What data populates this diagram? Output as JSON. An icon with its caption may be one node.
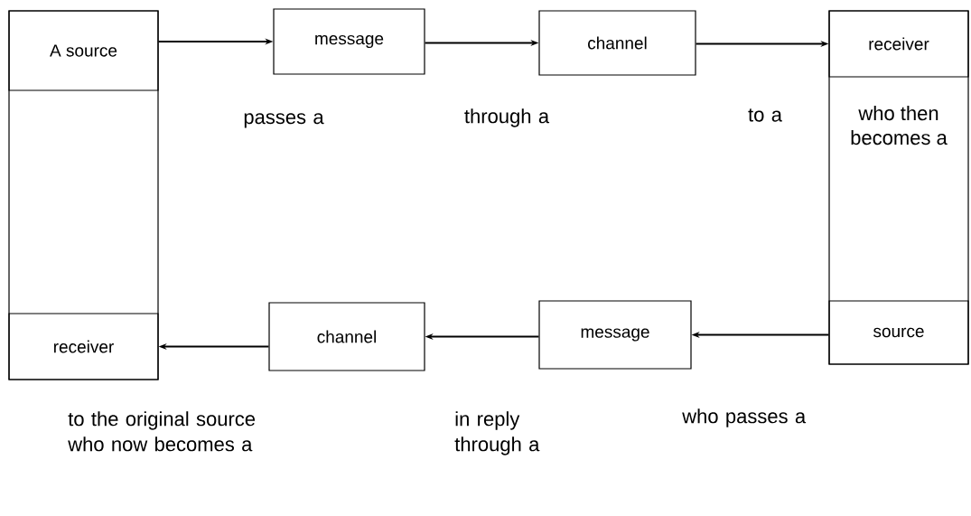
{
  "diagram": {
    "nodes": [
      {
        "text": [],
        "shape": "box"
      },
      {
        "text": [
          "A source"
        ],
        "in": 0
      },
      {
        "text": [
          "receiver"
        ],
        "in": 0
      },
      {
        "text": [
          "message"
        ]
      },
      {
        "text": [
          "channel"
        ]
      },
      {
        "text": [
          "who then becomes a"
        ]
      },
      {
        "text": [
          "receiver"
        ],
        "in": 5
      },
      {
        "text": [
          "source"
        ],
        "in": 5
      },
      {
        "text": [
          "message"
        ]
      },
      {
        "text": [
          "channel"
        ]
      }
    ],
    "edges": [
      {
        "from": 1,
        "to": 3,
        "arrow": "to"
      },
      {
        "from": 3,
        "to": 4,
        "arrow": "to"
      },
      {
        "from": 4,
        "to": 6,
        "arrow": "to"
      },
      {
        "from": 7,
        "to": 8,
        "arrow": "to"
      },
      {
        "from": 8,
        "to": 9,
        "arrow": "to"
      },
      {
        "from": 9,
        "to": 2,
        "arrow": "to"
      }
    ],
    "labels": [
      "passes a",
      "through a",
      "to a",
      "to the original source who now becomes a",
      "in reply through a",
      "who passes a"
    ]
  }
}
